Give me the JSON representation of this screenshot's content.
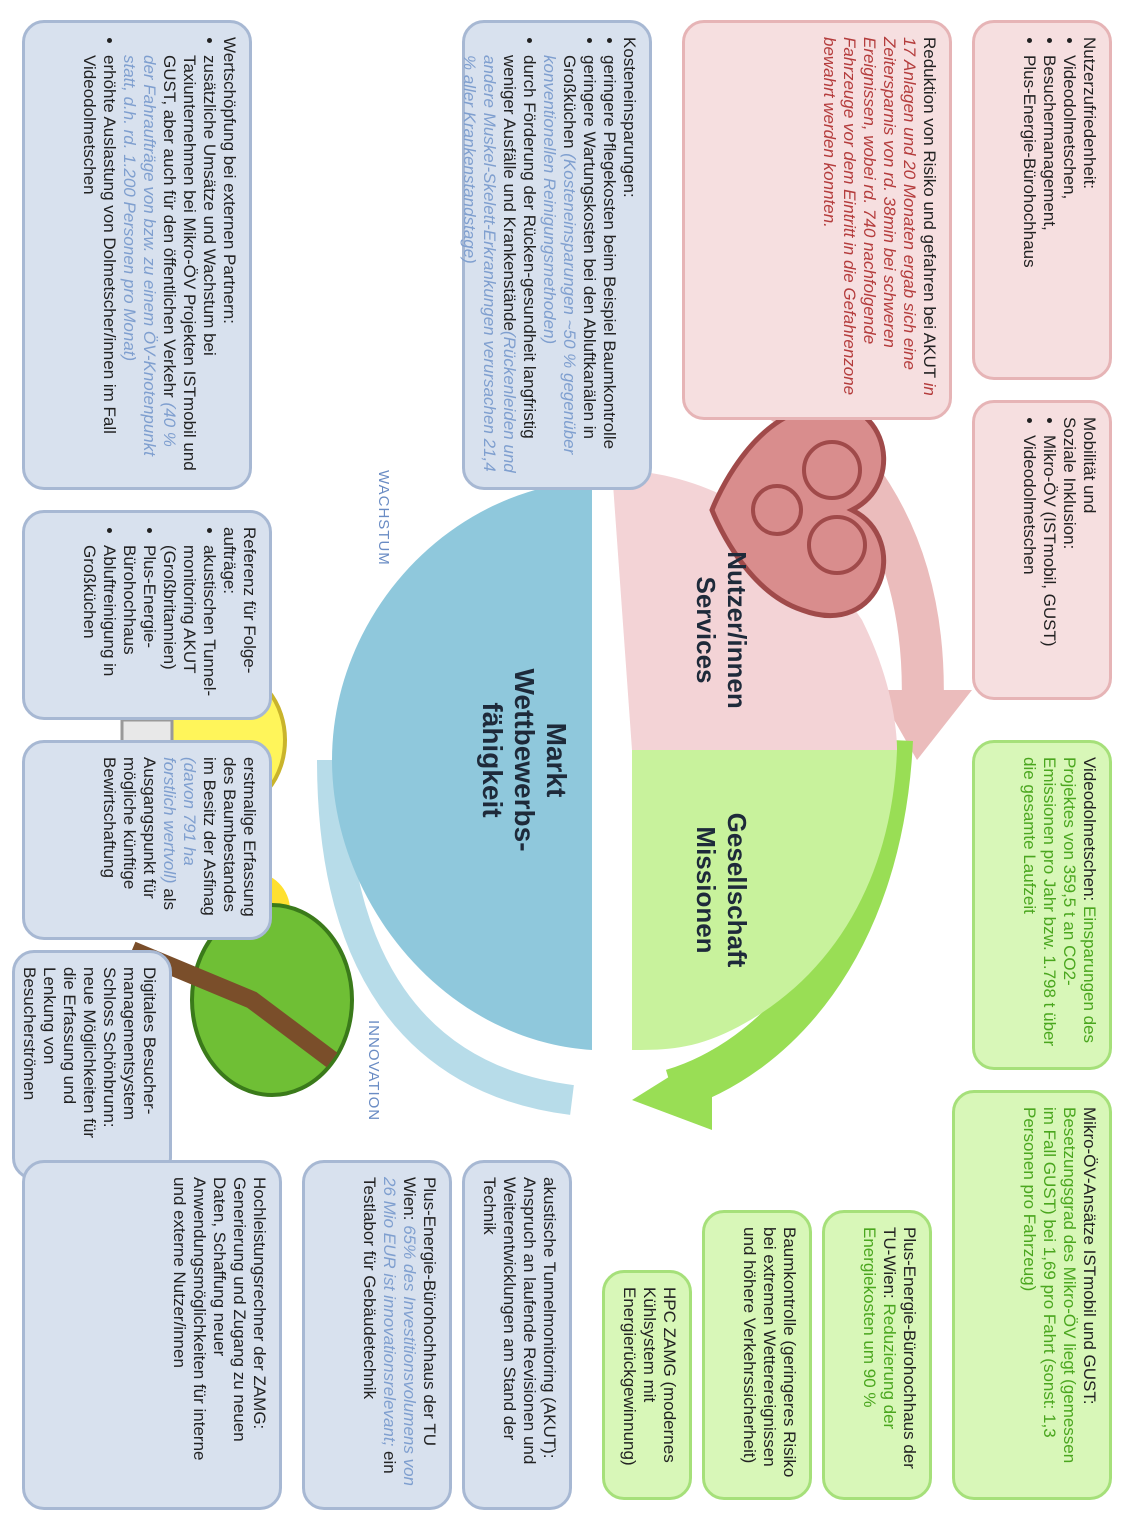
{
  "center": {
    "top_left_title_1": "Nutzer/innen",
    "top_left_title_2": "Services",
    "bottom_left_title_1": "Gesellschaft",
    "bottom_left_title_2": "Missionen",
    "right_title_1": "Markt",
    "right_title_2": "Wettbewerbs-",
    "right_title_3": "fähigkeit"
  },
  "labels": {
    "wachstum": "WACHSTUM",
    "innovation": "INNOVATION"
  },
  "pink_boxes": {
    "inclusion_title_1": "Mobilität  und",
    "inclusion_title_2": "Soziale Inklusion:",
    "inclusion_items": [
      "Mikro-ÖV (ISTmobil,  GUST)",
      "Videodolmetschen"
    ],
    "satisfaction_title": "Nutzerzufriedenheit:",
    "satisfaction_items": [
      "Videodolmetschen,",
      "Besuchermanagement,",
      "Plus-Energie-Bürohochhaus"
    ],
    "risk_text_1": "Reduktion  von  Risiko  und gefahren  bei AKUT",
    "risk_text_2": "in 17 Anlagen  und  20 Monaten ergab sich eine  Zeitersparnis von rd. 38min bei schweren Ereignissen, wobei rd. 740 nachfolgende Fahrzeuge  vor dem Eintritt in die Gefahrenzone  bewahrt werden konnten."
  },
  "green_boxes": {
    "video_text_1": "Videodolmetschen: ",
    "video_text_2": "Einsparungen des Projektes von  359,5 t an CO2-Emissionen  pro Jahr bzw. 1.798 t über die gesamte Laufzeit",
    "mikro_text_1": "Mikro-ÖV-Ansätze  ISTmobil und GUST: ",
    "mikro_text_2": "Besetzungsgrad  des Mikro-ÖV liegt (gemessen im Fall GUST) bei 1,69 pro Fahrt (sonst: 1,3 Personen pro Fahrzeug)",
    "plus_text_1": "Plus-Energie-Bürohochhaus der TU-Wien: ",
    "plus_text_2": "Reduzierung  der Energiekosten um 90 %",
    "baum_text": "Baumkontrolle  (geringeres Risiko bei extremen Wetterereignissen und höhere Verkehrssicherheit)",
    "hpc_text": "HPC ZAMG (modernes Kühlsystem mit Energierückgewinnung)"
  },
  "blue_boxes": {
    "kosten_title": "Kosteneinsparungen:",
    "kosten_item_1": "geringere Pflegekosten beim Beispiel Baumkontrolle",
    "kosten_item_2a": "geringere Wartungskosten  bei den Abluftkanälen  in Großküchen ",
    "kosten_item_2b": "(Kosteneinsparungen ~50 % gegenüber konventionellen Reinigungsmethoden)",
    "kosten_item_3a": "durch Förderung der Rücken-gesundheit langfristig weniger  Ausfälle und Krankenstände",
    "kosten_item_3b": "(Rückenleiden  und andere Muskel-Skelett-Erkrankungen verursachen 21,4 % aller Krankenstandstage)",
    "wert_title": "Wertschöpfung bei externen  Partnern:",
    "wert_item_1a": "zusätzliche Umsätze  und Wachstum bei Taxiunternehmen  bei Mikro-ÖV Projekten ISTmobil und GUST,  aber auch für den öffentlichen Verkehr ",
    "wert_item_1b": "(40 % der Fahraufträge von bzw. zu einem ÖV-Knotenpunkt statt, d.h. rd. 1.200 Personen pro Monat)",
    "wert_item_2": "erhöhte Auslastung von Dolmetscher/innen im Fall Videodolmetschen",
    "ref_title": "Referenz  für Folge-aufträge:",
    "ref_items": [
      "akustischen Tunnel-monitoring AKUT (Großbritannien)",
      "Plus-Energie-Bürohochhaus",
      "Abluftreinigung in Großküchen"
    ],
    "baumbestand_1": "erstmalige Erfassung des Baumbestandes im Besitz der Asfinag ",
    "baumbestand_2": "(davon 791 ha forstlich wertvoll)",
    "baumbestand_3": " als Ausgangspunkt für mögliche künftige Bewirtschaftung",
    "digital_text": "Digitales Besucher-managementsystem Schloss Schönbrunn: neue Möglichkeiten  für die Erfassung und Lenkung von Besucherströmen",
    "akut_text": "akustische Tunnelmonitoring  (AKUT): Anspruch an laufende Revisionen und Weiterentwicklungen  am Stand der Technik",
    "plus_text_1": "Plus-Energie-Bürohochhaus der TU Wien: ",
    "plus_text_2": "65% des Investitionsvolumens von 26 Mio EUR ist innovationsrelevant;",
    "plus_text_3": " ein Testlabor  für Gebäudetechnik",
    "hoch_text": "Hochleistungsrechner  der ZAMG: Generierung  und Zugang zu neuen Daten, Schaffung neuer Anwendungsmöglichkeiten für interne und externe Nutzer/innen"
  },
  "colors": {
    "pink": "#f6dfe0",
    "green": "#d8f7b8",
    "blue": "#d8e1ee",
    "center_blue": "#8fc8dc",
    "center_pink": "#f3d3d6",
    "center_green": "#c8f29c"
  }
}
